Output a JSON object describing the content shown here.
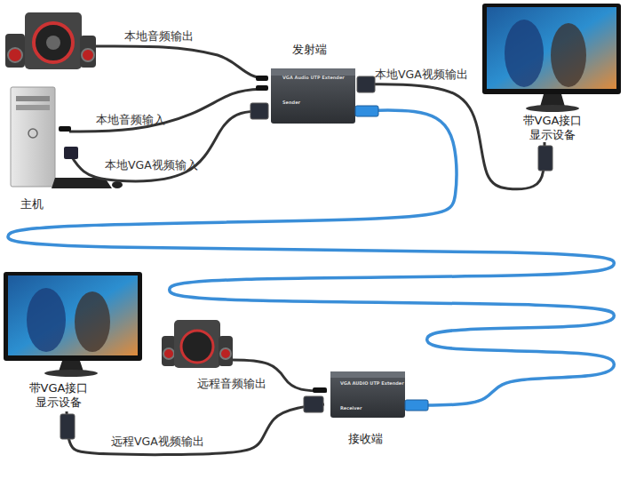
{
  "diagram": {
    "nodes": [
      {
        "text": [
          "发射端"
        ]
      },
      {
        "text": [
          "主机"
        ]
      },
      {
        "text": [
          "带VGA接口 显示设备"
        ]
      },
      {
        "text": [
          "带VGA接口 显示设备"
        ]
      },
      {
        "text": [
          "接收端"
        ]
      }
    ],
    "edges": [
      {
        "from": 1,
        "to": 0,
        "label": "本地音频输入",
        "arrow": "none"
      },
      {
        "from": 1,
        "to": 0,
        "label": "本地VGA视频输入",
        "arrow": "none"
      },
      {
        "from": 0,
        "to": 2,
        "label": "本地VGA视频输出",
        "arrow": "none"
      },
      {
        "from": 0,
        "to": 4,
        "arrow": "none"
      },
      {
        "from": 4,
        "to": 3,
        "label": "远程VGA视频输出",
        "arrow": "none"
      }
    ],
    "labels": [
      "本地音频输出",
      "VGA Audio UTP Extender",
      "Sender",
      "远程音频输出",
      "VGA AUDIO UTP Extender",
      "Receiver"
    ]
  }
}
